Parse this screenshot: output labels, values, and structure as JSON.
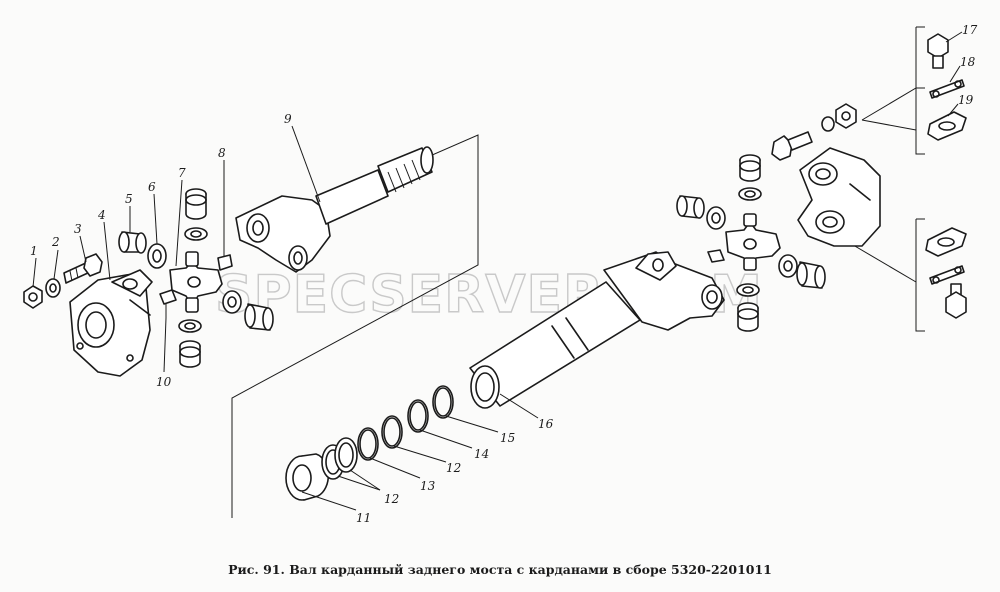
{
  "figure": {
    "caption": "Рис. 91. Вал карданный заднего моста с карданами в сборе 5320-2201011",
    "watermark": "SPECSERVER.COM"
  },
  "callouts": [
    {
      "label": "1"
    },
    {
      "label": "2"
    },
    {
      "label": "3"
    },
    {
      "label": "4"
    },
    {
      "label": "5"
    },
    {
      "label": "6"
    },
    {
      "label": "7"
    },
    {
      "label": "8"
    },
    {
      "label": "9"
    },
    {
      "label": "10"
    },
    {
      "label": "11"
    },
    {
      "label": "12"
    },
    {
      "label": "12"
    },
    {
      "label": "13"
    },
    {
      "label": "14"
    },
    {
      "label": "15"
    },
    {
      "label": "16"
    },
    {
      "label": "17"
    },
    {
      "label": "18"
    },
    {
      "label": "19"
    }
  ]
}
